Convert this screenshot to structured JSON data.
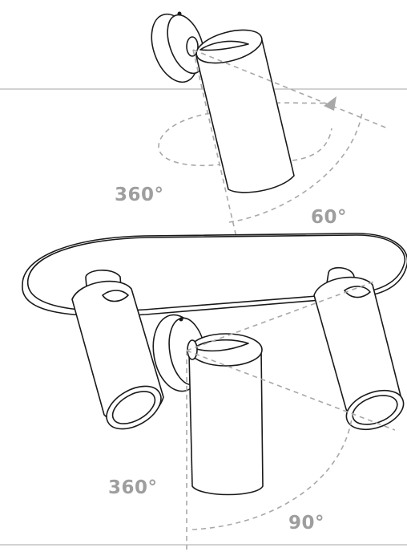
{
  "labels": {
    "top_rotation": "360°",
    "top_tilt": "60°",
    "bottom_rotation": "360°",
    "bottom_tilt": "90°"
  },
  "colors": {
    "ink": "#1a1a1a",
    "dash": "#a8a8a8",
    "label": "#9e9e9e",
    "guide": "#c4c4c4"
  }
}
